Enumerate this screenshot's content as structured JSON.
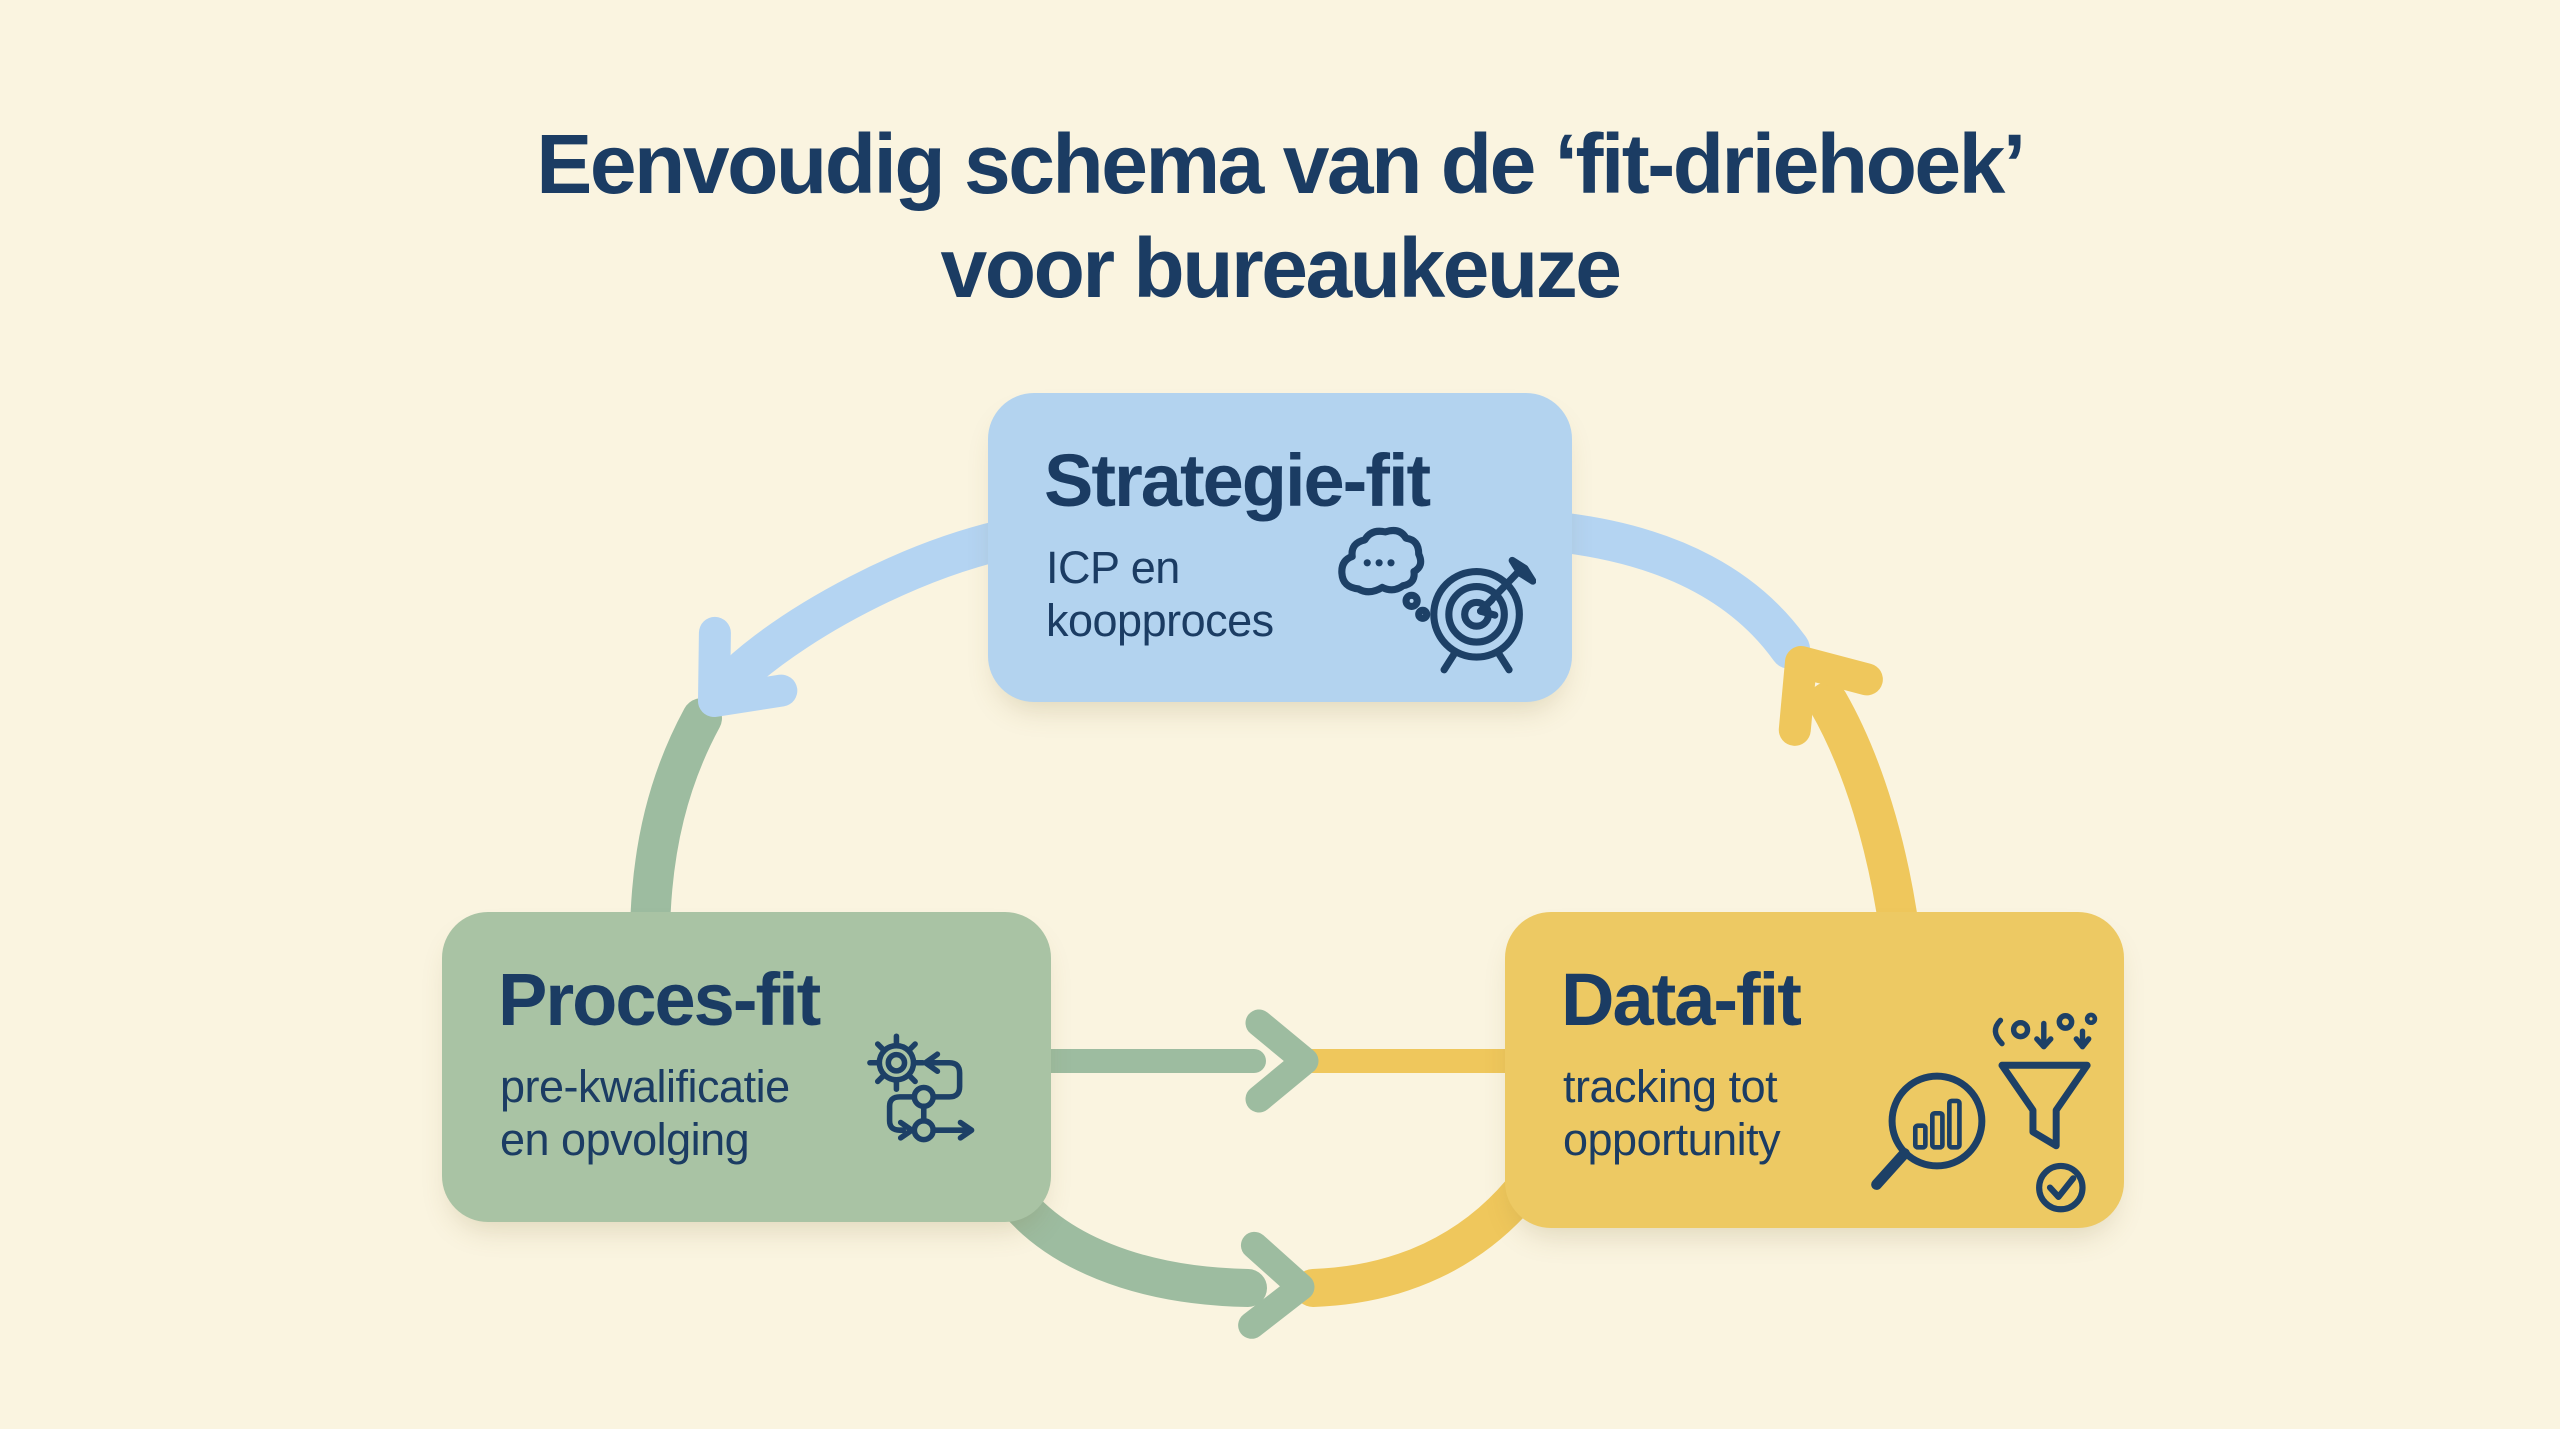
{
  "title": {
    "line1": "Eenvoudig schema van de ‘fit-driehoek’",
    "line2": "voor bureaukeuze"
  },
  "boxes": {
    "strategie": {
      "title": "Strategie-fit",
      "desc_line1": "ICP en",
      "desc_line2": "koopproces",
      "icon": "thought-target-icon"
    },
    "proces": {
      "title": "Proces-fit",
      "desc_line1": "pre-kwalificatie",
      "desc_line2": "en opvolging",
      "icon": "gear-flowchart-icon"
    },
    "data": {
      "title": "Data-fit",
      "desc_line1": "tracking tot",
      "desc_line2": "opportunity",
      "icon": "magnifier-funnel-check-icon"
    }
  },
  "flow": {
    "arrows": [
      {
        "name": "strategie-to-proces",
        "from": "Strategie-fit",
        "to": "Proces-fit",
        "style": "curved, blue fading to green"
      },
      {
        "name": "proces-to-data",
        "from": "Proces-fit",
        "to": "Data-fit",
        "style": "straight, green fading to yellow"
      },
      {
        "name": "proces-to-data-bottom",
        "from": "Proces-fit",
        "to": "Data-fit",
        "style": "curved bottom, green fading to yellow"
      },
      {
        "name": "data-to-strategie",
        "from": "Data-fit",
        "to": "Strategie-fit",
        "style": "curved, yellow fading to blue"
      }
    ]
  },
  "colors": {
    "background": "#FAF4E0",
    "box_blue": "#B3D3EF",
    "box_green": "#A9C3A4",
    "box_yellow": "#EDC963",
    "arrow_blue": "#B4D4F2",
    "arrow_green": "#9DBCA0",
    "arrow_yellow": "#EFC75C",
    "text_navy": "#1B3C63",
    "icon_navy": "#1D4066"
  }
}
